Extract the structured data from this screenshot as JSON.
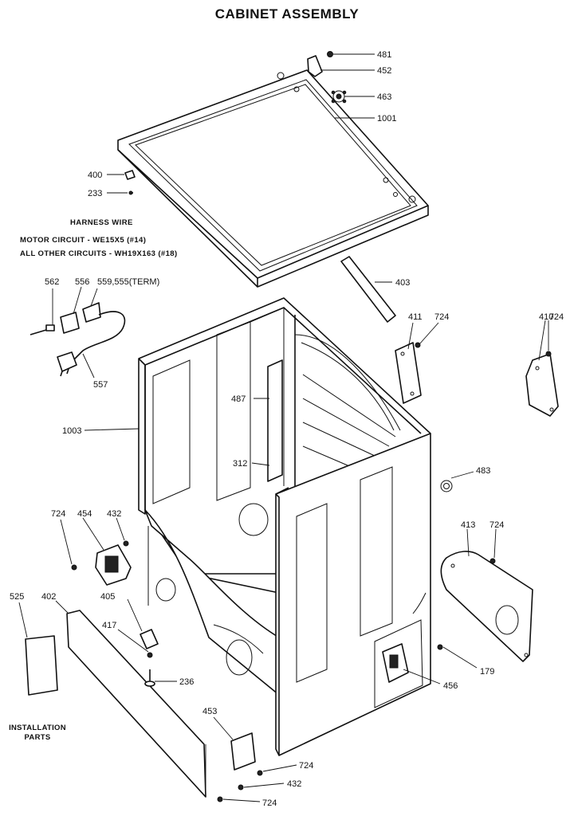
{
  "title": "CABINET ASSEMBLY",
  "notes": {
    "harness_wire": "HARNESS WIRE",
    "motor_circuit": "MOTOR CIRCUIT - WE15X5 (#14)",
    "other_circuits": "ALL OTHER CIRCUITS - WH19X163 (#18)",
    "installation": "INSTALLATION",
    "parts": "PARTS"
  },
  "parts": [
    {
      "id": "p481",
      "label": "481"
    },
    {
      "id": "p452",
      "label": "452"
    },
    {
      "id": "p463",
      "label": "463"
    },
    {
      "id": "p1001",
      "label": "1001"
    },
    {
      "id": "p400",
      "label": "400"
    },
    {
      "id": "p233",
      "label": "233"
    },
    {
      "id": "p562",
      "label": "562"
    },
    {
      "id": "p556",
      "label": "556"
    },
    {
      "id": "p559",
      "label": "559,555(TERM)"
    },
    {
      "id": "p557",
      "label": "557"
    },
    {
      "id": "p403",
      "label": "403"
    },
    {
      "id": "p411",
      "label": "411"
    },
    {
      "id": "p724a",
      "label": "724"
    },
    {
      "id": "p410",
      "label": "410"
    },
    {
      "id": "p724b",
      "label": "724"
    },
    {
      "id": "p487",
      "label": "487"
    },
    {
      "id": "p1003",
      "label": "1003"
    },
    {
      "id": "p312",
      "label": "312"
    },
    {
      "id": "p483",
      "label": "483"
    },
    {
      "id": "p724c",
      "label": "724"
    },
    {
      "id": "p454",
      "label": "454"
    },
    {
      "id": "p432a",
      "label": "432"
    },
    {
      "id": "p413",
      "label": "413"
    },
    {
      "id": "p724d",
      "label": "724"
    },
    {
      "id": "p525",
      "label": "525"
    },
    {
      "id": "p402",
      "label": "402"
    },
    {
      "id": "p405",
      "label": "405"
    },
    {
      "id": "p417",
      "label": "417"
    },
    {
      "id": "p236",
      "label": "236"
    },
    {
      "id": "p179",
      "label": "179"
    },
    {
      "id": "p456",
      "label": "456"
    },
    {
      "id": "p453",
      "label": "453"
    },
    {
      "id": "p724e",
      "label": "724"
    },
    {
      "id": "p432b",
      "label": "432"
    },
    {
      "id": "p724f",
      "label": "724"
    }
  ]
}
